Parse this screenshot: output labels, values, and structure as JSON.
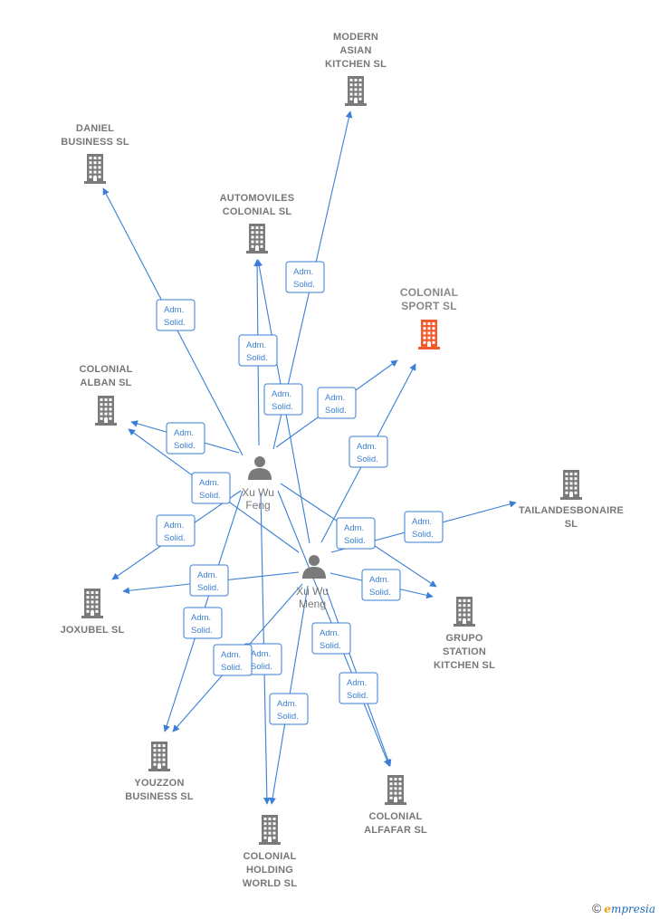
{
  "colors": {
    "edge": "#3a7fd5",
    "building": "#7a7a7a",
    "highlight": "#f15a2b",
    "label": "#777777"
  },
  "people": [
    {
      "id": "feng",
      "name_lines": [
        "Xu Wu",
        "Feng"
      ]
    },
    {
      "id": "meng",
      "name_lines": [
        "Xu Wu",
        "Meng"
      ]
    }
  ],
  "companies": [
    {
      "id": "modern",
      "label_lines": [
        "MODERN",
        "ASIAN",
        "KITCHEN SL"
      ]
    },
    {
      "id": "daniel",
      "label_lines": [
        "DANIEL",
        "BUSINESS  SL"
      ]
    },
    {
      "id": "automoviles",
      "label_lines": [
        "AUTOMOVILES",
        "COLONIAL  SL"
      ]
    },
    {
      "id": "colonialsport",
      "label_lines": [
        "COLONIAL",
        "SPORT  SL"
      ],
      "highlight": true
    },
    {
      "id": "alban",
      "label_lines": [
        "COLONIAL",
        "ALBAN  SL"
      ]
    },
    {
      "id": "tailandes",
      "label_lines": [
        "TAILANDESBONAIRE",
        "SL"
      ]
    },
    {
      "id": "joxubel",
      "label_lines": [
        "JOXUBEL SL"
      ]
    },
    {
      "id": "grupo",
      "label_lines": [
        "GRUPO",
        "STATION",
        "KITCHEN SL"
      ]
    },
    {
      "id": "youzzon",
      "label_lines": [
        "YOUZZON",
        "BUSINESS  SL"
      ]
    },
    {
      "id": "alfafar",
      "label_lines": [
        "COLONIAL",
        "ALFAFAR  SL"
      ]
    },
    {
      "id": "holding",
      "label_lines": [
        "COLONIAL",
        "HOLDING",
        "WORLD  SL"
      ]
    }
  ],
  "edge_label_lines": [
    "Adm.",
    "Solid."
  ],
  "edges": [
    {
      "from": "feng",
      "to": "daniel"
    },
    {
      "from": "feng",
      "to": "automoviles"
    },
    {
      "from": "feng",
      "to": "modern"
    },
    {
      "from": "feng",
      "to": "colonialsport"
    },
    {
      "from": "feng",
      "to": "alban"
    },
    {
      "from": "feng",
      "to": "joxubel"
    },
    {
      "from": "feng",
      "to": "grupo"
    },
    {
      "from": "feng",
      "to": "youzzon"
    },
    {
      "from": "feng",
      "to": "holding"
    },
    {
      "from": "feng",
      "to": "alfafar"
    },
    {
      "from": "meng",
      "to": "automoviles"
    },
    {
      "from": "meng",
      "to": "colonialsport"
    },
    {
      "from": "meng",
      "to": "alban"
    },
    {
      "from": "meng",
      "to": "tailandes"
    },
    {
      "from": "meng",
      "to": "joxubel"
    },
    {
      "from": "meng",
      "to": "grupo"
    },
    {
      "from": "meng",
      "to": "youzzon"
    },
    {
      "from": "meng",
      "to": "holding"
    },
    {
      "from": "meng",
      "to": "alfafar"
    }
  ],
  "brand": {
    "copyright": "©",
    "e": "e",
    "rest": "mpresia"
  }
}
